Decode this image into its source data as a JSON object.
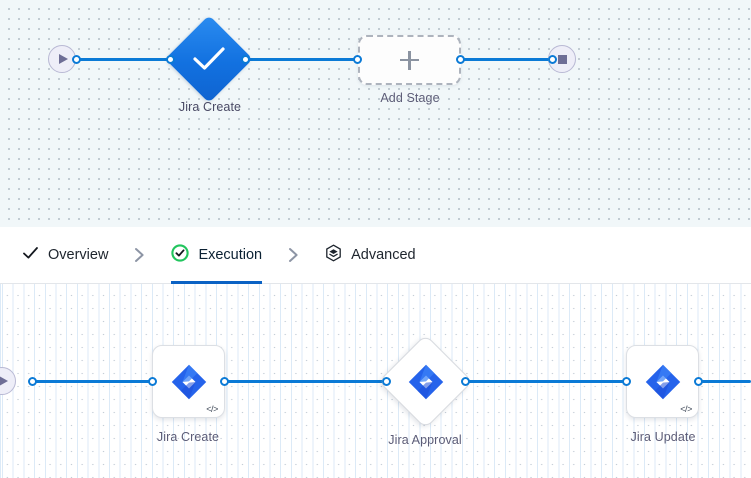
{
  "top_pipeline": {
    "start_node": {
      "icon": "play-icon",
      "name": "pipeline-start"
    },
    "end_node": {
      "icon": "stop-icon",
      "name": "pipeline-end"
    },
    "nodes": [
      {
        "label": "Jira Create",
        "icon": "checkmark-icon",
        "shape": "diamond",
        "state": "success"
      },
      {
        "label": "Add Stage",
        "icon": "plus-icon",
        "shape": "dashed-box",
        "state": "placeholder"
      }
    ]
  },
  "tabs": [
    {
      "label": "Overview",
      "icon": "check-icon",
      "active": false
    },
    {
      "label": "Execution",
      "icon": "check-circle-icon",
      "active": true
    },
    {
      "label": "Advanced",
      "icon": "hexagon-layers-icon",
      "active": false
    }
  ],
  "bottom_pipeline": {
    "start_node": {
      "icon": "play-icon",
      "name": "execution-start"
    },
    "nodes": [
      {
        "label": "Jira Create",
        "icon": "jira-icon",
        "shape": "rounded-square",
        "badge": "</>"
      },
      {
        "label": "Jira Approval",
        "icon": "jira-icon",
        "shape": "diamond",
        "badge": ""
      },
      {
        "label": "Jira Update",
        "icon": "jira-icon",
        "shape": "rounded-square",
        "badge": "</>"
      }
    ]
  },
  "colors": {
    "edge": "#0b7ad6",
    "accent": "#0b62c4",
    "success": "#22c55e",
    "jira_blue": "#2563eb",
    "node_success_fill": "#1271e0",
    "label_text": "#5c5c77"
  }
}
